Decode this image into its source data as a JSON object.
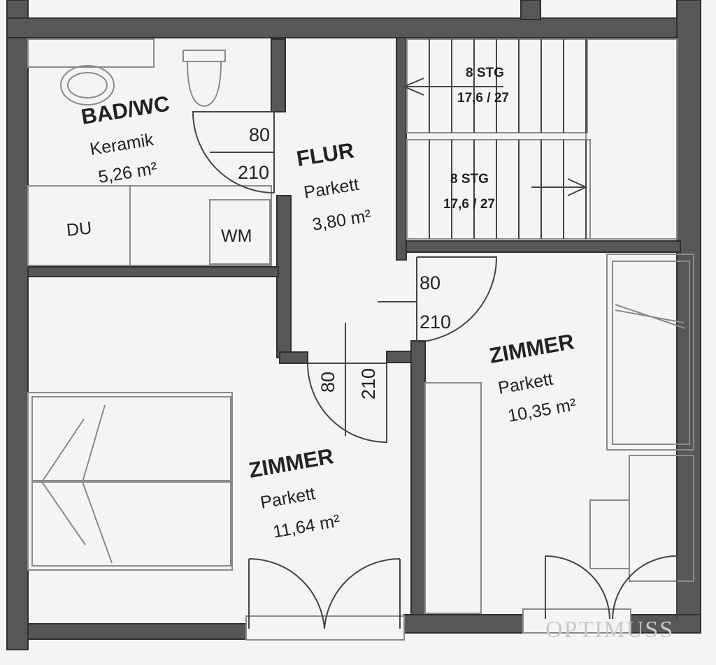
{
  "rooms": {
    "bad": {
      "name": "BAD/WC",
      "floor": "Keramik",
      "area": "5,26 m²"
    },
    "flur": {
      "name": "FLUR",
      "floor": "Parkett",
      "area": "3,80 m²"
    },
    "zimmer_left": {
      "name": "ZIMMER",
      "floor": "Parkett",
      "area": "11,64 m²"
    },
    "zimmer_right": {
      "name": "ZIMMER",
      "floor": "Parkett",
      "area": "10,35 m²"
    }
  },
  "fixtures": {
    "shower": "DU",
    "washer": "WM"
  },
  "doors": {
    "bath": {
      "width": "80",
      "height": "210"
    },
    "right_room": {
      "width": "80",
      "height": "210"
    },
    "left_room": {
      "width": "80",
      "height": "210"
    }
  },
  "stairs": {
    "upper": {
      "steps": "8 STG",
      "rise_run": "17,6 / 27"
    },
    "lower": {
      "steps": "8 STG",
      "rise_run": "17,6 / 27"
    }
  },
  "watermark": "OPTIMUSS"
}
